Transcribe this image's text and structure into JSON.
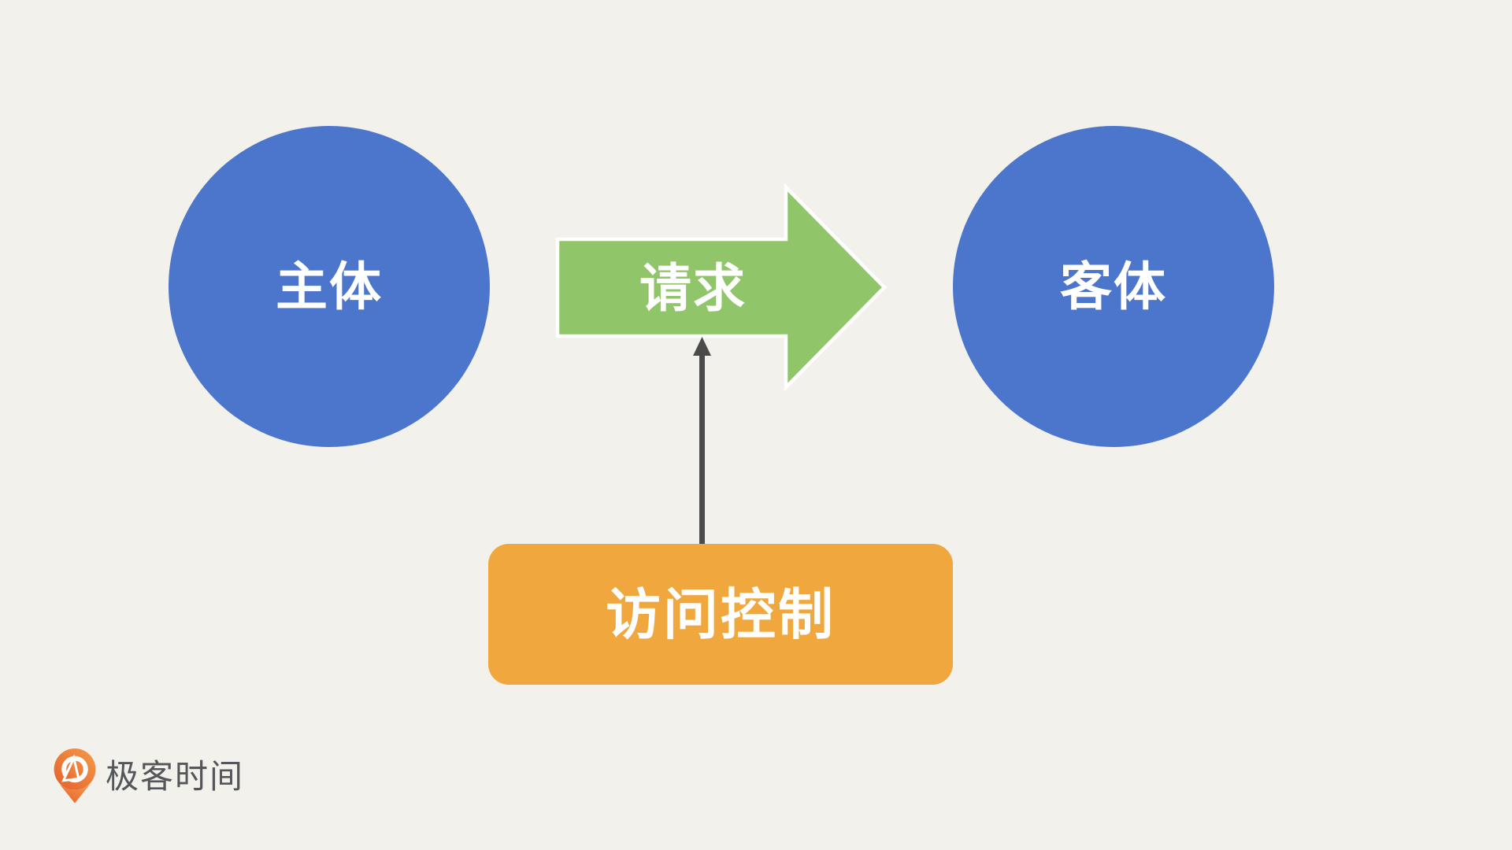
{
  "slide": {
    "background": "#F2F1EB",
    "nodes": {
      "subject": {
        "label": "主体",
        "color": "#4B76CC",
        "text_color": "#FFFFFF"
      },
      "object": {
        "label": "客体",
        "color": "#4B76CC",
        "text_color": "#FFFFFF"
      },
      "request_arrow": {
        "label": "请求",
        "color": "#90C56A",
        "outline_color": "#FFFFFF",
        "text_color": "#FFFFFF"
      },
      "access_control": {
        "label": "访问控制",
        "color": "#F0A73E",
        "text_color": "#FFFFFF"
      }
    },
    "connector": {
      "color": "#4B4B4B"
    },
    "logo": {
      "text": "极客时间",
      "text_color": "#54565A",
      "icon": "geektime-pin-icon",
      "icon_color_start": "#F49B4B",
      "icon_color_end": "#E55F2B"
    }
  }
}
